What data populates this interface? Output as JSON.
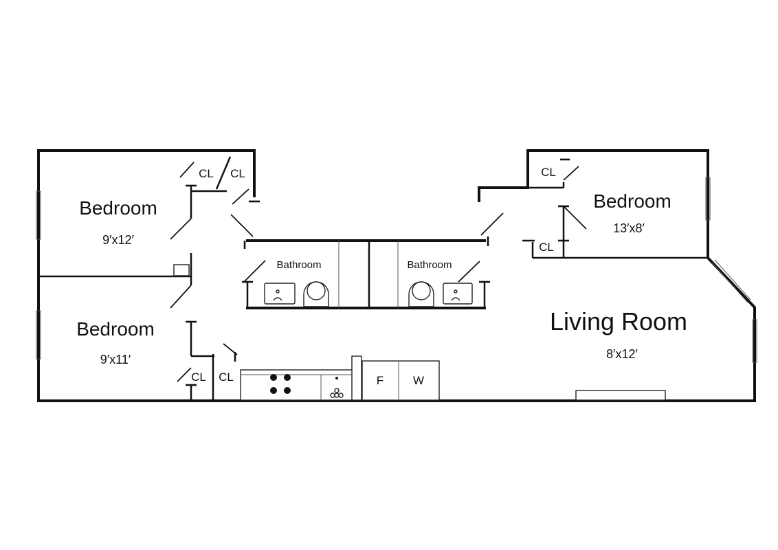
{
  "rooms": {
    "bedroom_1": {
      "name": "Bedroom",
      "size": "9′x12′"
    },
    "bedroom_2": {
      "name": "Bedroom",
      "size": "9′x11′"
    },
    "bedroom_3": {
      "name": "Bedroom",
      "size": "13′x8′"
    },
    "living_room": {
      "name": "Living Room",
      "size": "8′x12′"
    },
    "bathroom_1": {
      "name": "Bathroom"
    },
    "bathroom_2": {
      "name": "Bathroom"
    }
  },
  "closets": [
    "CL",
    "CL",
    "CL",
    "CL",
    "CL",
    "CL"
  ],
  "appliances": {
    "fridge": "F",
    "washer": "W"
  }
}
